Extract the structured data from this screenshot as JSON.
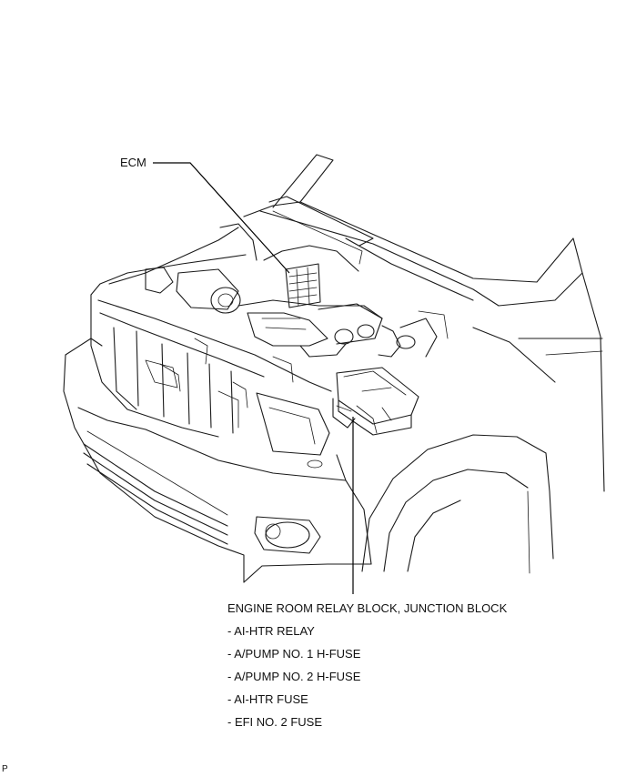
{
  "labels": {
    "ecm": "ECM",
    "junction_block_title": "ENGINE ROOM RELAY BLOCK, JUNCTION BLOCK",
    "junction_block_items": [
      "- AI-HTR RELAY",
      "- A/PUMP NO. 1 H-FUSE",
      "- A/PUMP NO. 2 H-FUSE",
      "- AI-HTR FUSE",
      "- EFI NO. 2 FUSE"
    ],
    "corner_mark": "P"
  },
  "icons": {
    "illustration": "truck-engine-bay-illustration",
    "ecm": "ecm-module-icon",
    "junction_block": "relay-junction-block-icon"
  }
}
